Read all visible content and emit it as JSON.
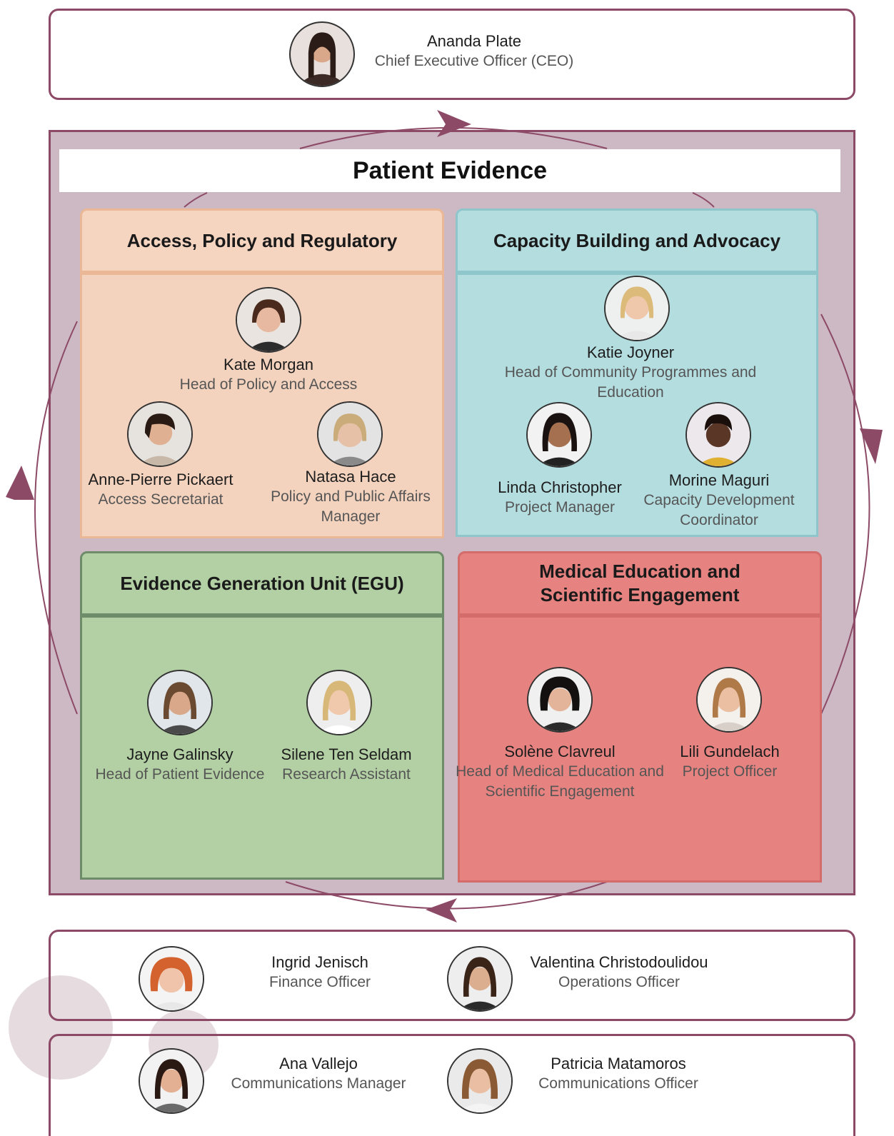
{
  "ceo": {
    "name": "Ananda Plate",
    "role": "Chief Executive Officer (CEO)"
  },
  "main_title": "Patient Evidence",
  "departments": [
    {
      "title": "Access, Policy and Regulatory",
      "people": [
        {
          "name": "Kate Morgan",
          "role": "Head of Policy and Access"
        },
        {
          "name": "Anne-Pierre Pickaert",
          "role": "Access Secretariat"
        },
        {
          "name": "Natasa Hace",
          "role": "Policy and Public Affairs Manager"
        }
      ]
    },
    {
      "title": "Capacity Building and Advocacy",
      "people": [
        {
          "name": "Katie Joyner",
          "role": "Head of Community Programmes and Education"
        },
        {
          "name": "Linda Christopher",
          "role": "Project Manager"
        },
        {
          "name": "Morine Maguri",
          "role": "Capacity Development Coordinator"
        }
      ]
    },
    {
      "title": "Evidence Generation Unit (EGU)",
      "people": [
        {
          "name": "Jayne Galinsky",
          "role": "Head of Patient Evidence"
        },
        {
          "name": "Silene Ten Seldam",
          "role": "Research Assistant"
        }
      ]
    },
    {
      "title": "Medical Education and Scientific Engagement",
      "people": [
        {
          "name": "Solène Clavreul",
          "role": "Head of Medical Education and Scientific Engagement"
        },
        {
          "name": "Lili Gundelach",
          "role": "Project Officer"
        }
      ]
    }
  ],
  "support": [
    {
      "name": "Ingrid Jenisch",
      "role": "Finance Officer"
    },
    {
      "name": "Valentina Christodoulidou",
      "role": "Operations Officer"
    },
    {
      "name": "Ana Vallejo",
      "role": "Communications Manager"
    },
    {
      "name": "Patricia Matamoros",
      "role": "Communications Officer"
    }
  ],
  "colors": {
    "frame": "#8c4a66",
    "outer_fill": "#cdb9c3",
    "orange": "#f4d3be",
    "blue": "#b4dde0",
    "green": "#b3d0a4",
    "red": "#e68380"
  }
}
